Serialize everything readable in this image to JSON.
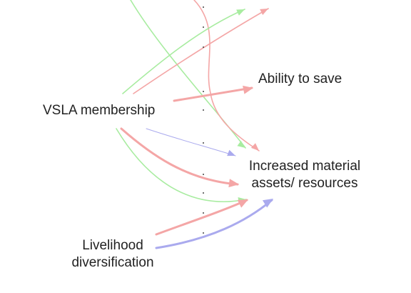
{
  "nodes": {
    "vsla": "VSLA membership",
    "save": "Ability to save",
    "assets_line1": "Increased material",
    "assets_line2": "assets/ resources",
    "livelihood_line1": "Livelihood",
    "livelihood_line2": "diversification"
  },
  "colors": {
    "red": "#f4a6a6",
    "green": "#a8eca0",
    "blue": "#aaaaee",
    "text": "#222222"
  },
  "edges": [
    {
      "from": "offscreen-top",
      "to": "assets",
      "color": "green"
    },
    {
      "from": "offscreen-top",
      "to": "assets",
      "color": "red"
    },
    {
      "from": "vsla",
      "to": "offscreen-top-right",
      "color": "green"
    },
    {
      "from": "vsla",
      "to": "offscreen-top-right",
      "color": "red"
    },
    {
      "from": "vsla",
      "to": "save",
      "color": "red"
    },
    {
      "from": "vsla",
      "to": "assets",
      "color": "blue"
    },
    {
      "from": "vsla",
      "to": "assets",
      "color": "red"
    },
    {
      "from": "vsla",
      "to": "assets",
      "color": "green"
    },
    {
      "from": "livelihood",
      "to": "assets",
      "color": "red"
    },
    {
      "from": "livelihood",
      "to": "assets",
      "color": "blue"
    }
  ]
}
